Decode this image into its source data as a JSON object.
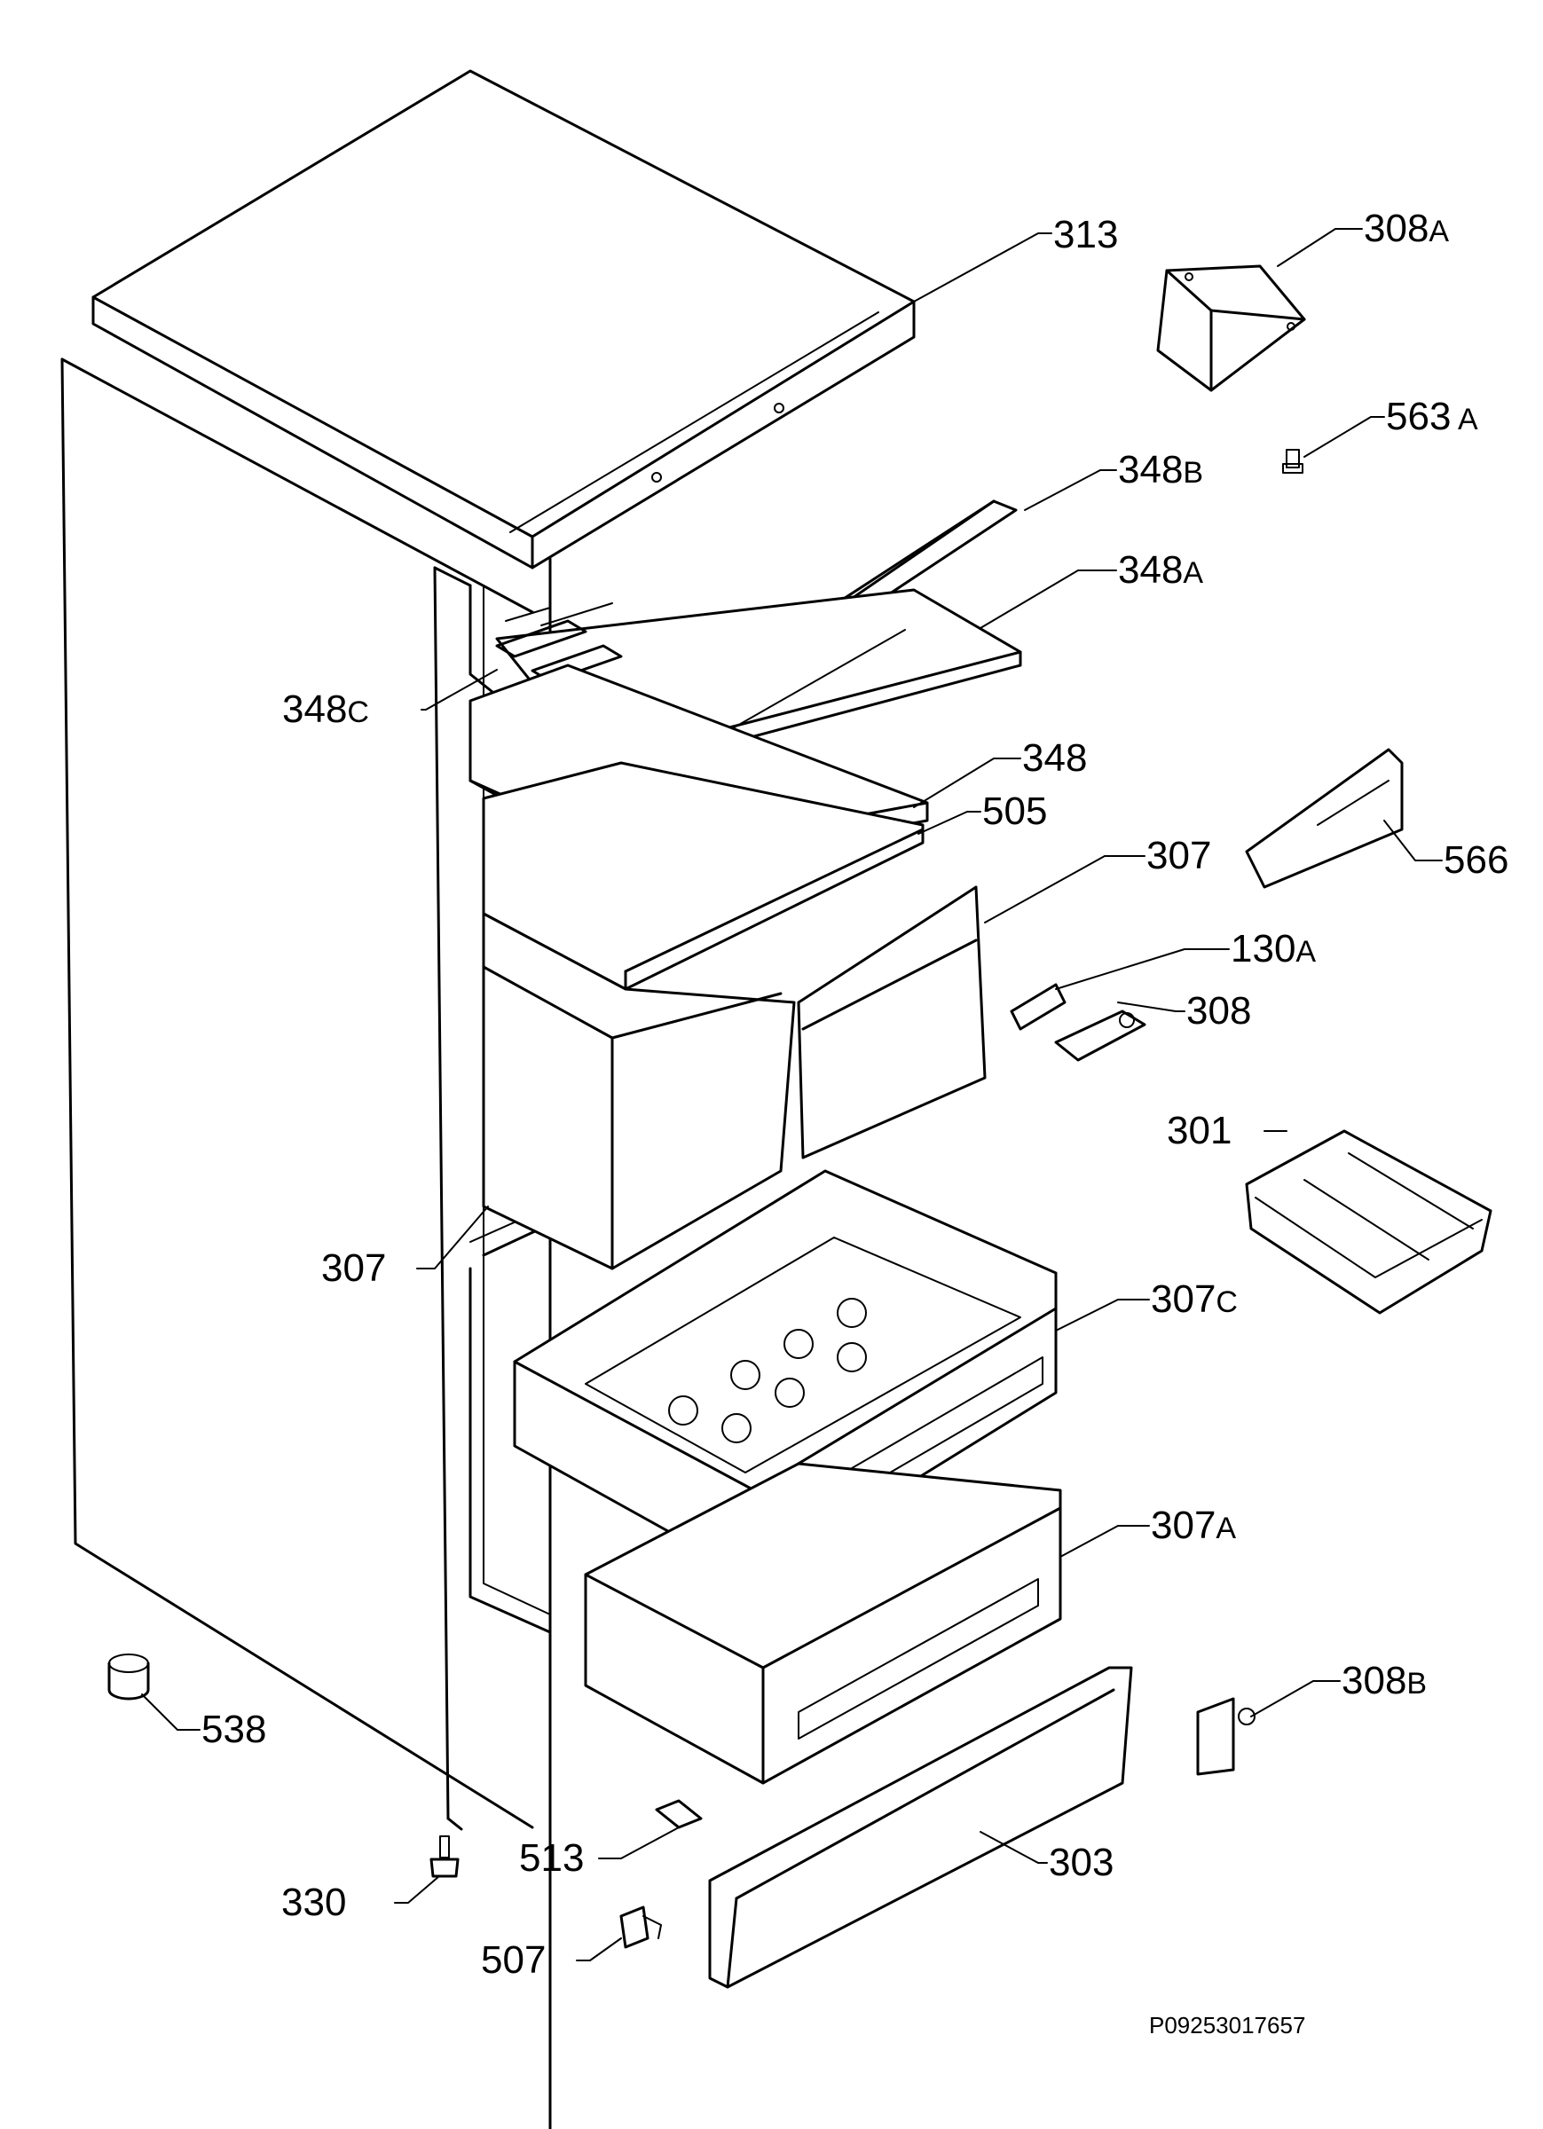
{
  "document_id": "P09253017657",
  "callouts": [
    {
      "id": "313",
      "num": "313",
      "suffix": ""
    },
    {
      "id": "308a",
      "num": "308",
      "suffix": "A"
    },
    {
      "id": "563a",
      "num": "563",
      "suffix": " A"
    },
    {
      "id": "348b",
      "num": "348",
      "suffix": "B"
    },
    {
      "id": "348a",
      "num": "348",
      "suffix": "A"
    },
    {
      "id": "348c",
      "num": "348",
      "suffix": "C"
    },
    {
      "id": "348",
      "num": "348",
      "suffix": ""
    },
    {
      "id": "505",
      "num": "505",
      "suffix": ""
    },
    {
      "id": "566",
      "num": "566",
      "suffix": ""
    },
    {
      "id": "307-top",
      "num": "307",
      "suffix": ""
    },
    {
      "id": "130a",
      "num": "130",
      "suffix": "A"
    },
    {
      "id": "308",
      "num": "308",
      "suffix": ""
    },
    {
      "id": "301",
      "num": "301",
      "suffix": ""
    },
    {
      "id": "307-left",
      "num": "307",
      "suffix": ""
    },
    {
      "id": "307c",
      "num": "307",
      "suffix": "C"
    },
    {
      "id": "307a",
      "num": "307",
      "suffix": "A"
    },
    {
      "id": "308b",
      "num": "308",
      "suffix": "B"
    },
    {
      "id": "538",
      "num": "538",
      "suffix": ""
    },
    {
      "id": "513",
      "num": "513",
      "suffix": ""
    },
    {
      "id": "303",
      "num": "303",
      "suffix": ""
    },
    {
      "id": "330",
      "num": "330",
      "suffix": ""
    },
    {
      "id": "507",
      "num": "507",
      "suffix": ""
    }
  ]
}
